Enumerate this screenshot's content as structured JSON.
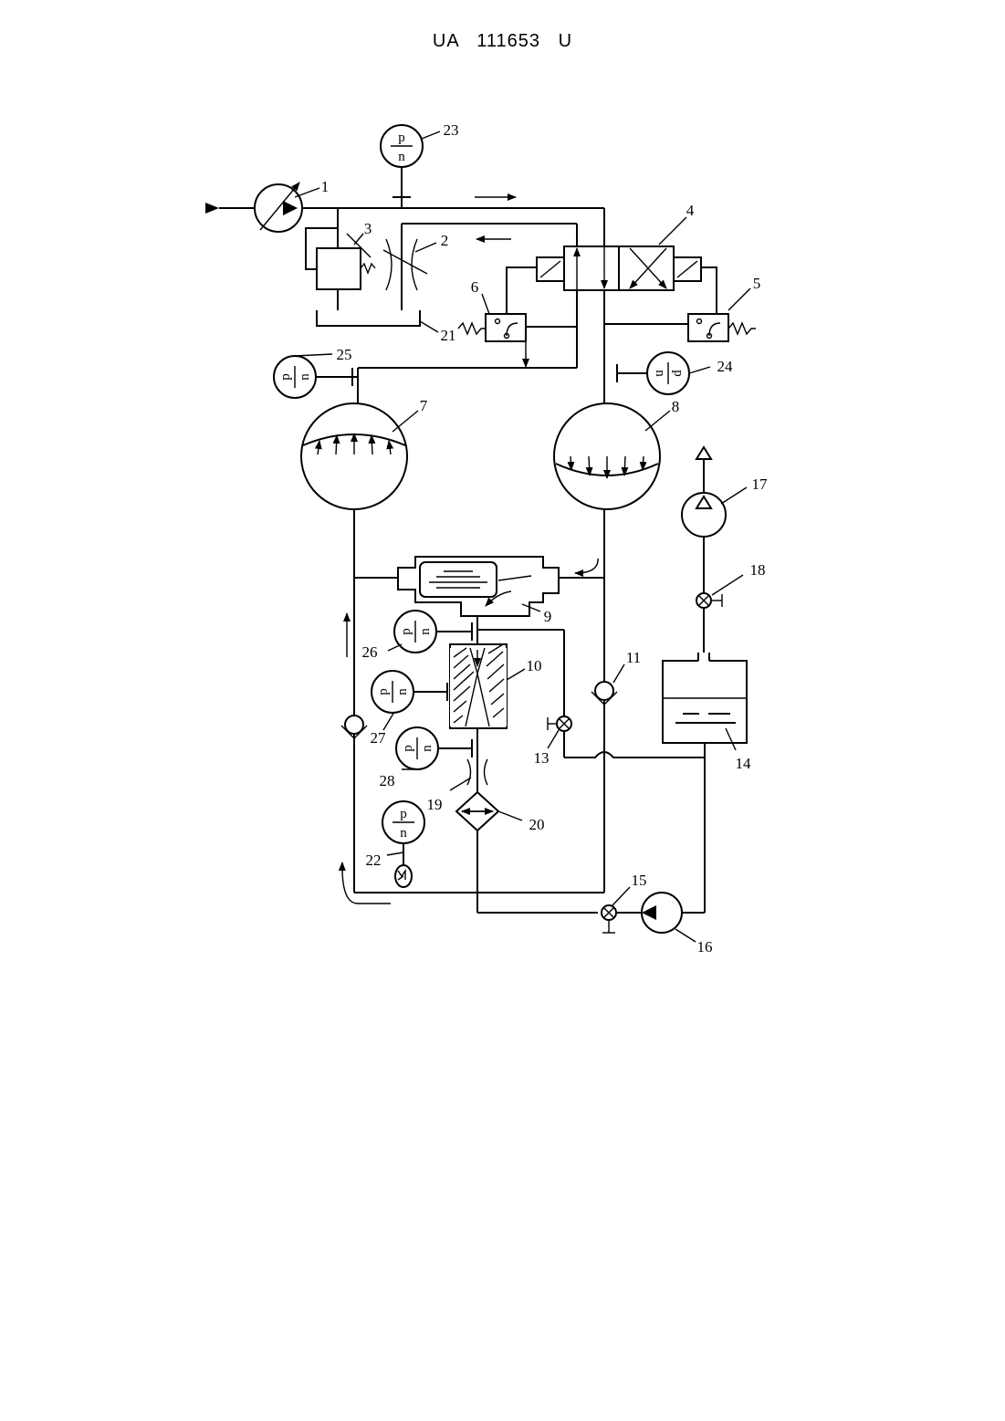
{
  "header": {
    "doc_id": "UA   111653   U"
  },
  "labels": [
    "1",
    "2",
    "3",
    "4",
    "5",
    "6",
    "7",
    "8",
    "9",
    "10",
    "11",
    "13",
    "14",
    "15",
    "16",
    "17",
    "18",
    "19",
    "20",
    "21",
    "22",
    "23",
    "24",
    "25",
    "26",
    "27",
    "28"
  ],
  "gauge": {
    "top": "p",
    "bottom": "n"
  }
}
